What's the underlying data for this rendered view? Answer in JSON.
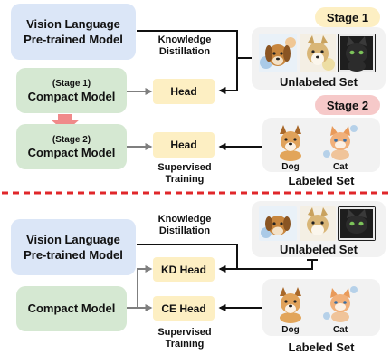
{
  "top": {
    "stage1_label": "Stage 1",
    "stage2_label": "Stage 2",
    "vlm_line1": "Vision Language",
    "vlm_line2": "Pre-trained Model",
    "kd_line1": "Knowledge",
    "kd_line2": "Distillation",
    "compact1_sub": "(Stage 1)",
    "compact1_main": "Compact Model",
    "compact2_sub": "(Stage 2)",
    "compact2_main": "Compact Model",
    "head1": "Head",
    "head2": "Head",
    "sup_line1": "Supervised",
    "sup_line2": "Training",
    "unlabeled": "Unlabeled Set",
    "labeled": "Labeled Set",
    "dog": "Dog",
    "cat": "Cat"
  },
  "bottom": {
    "vlm_line1": "Vision Language",
    "vlm_line2": "Pre-trained Model",
    "kd_line1": "Knowledge",
    "kd_line2": "Distillation",
    "compact_main": "Compact Model",
    "kd_head": "KD Head",
    "ce_head": "CE Head",
    "sup_line1": "Supervised",
    "sup_line2": "Training",
    "unlabeled": "Unlabeled Set",
    "labeled": "Labeled Set",
    "dog": "Dog",
    "cat": "Cat"
  },
  "colors": {
    "vlm_fill": "#dbe6f7",
    "compact_fill": "#d5e8d2",
    "head_fill": "#fdefc3",
    "stage1_fill": "#fdefc3",
    "stage2_fill": "#f6c9c9",
    "divider": "#e0262a",
    "gray_arrow": "#7f7f7f"
  }
}
